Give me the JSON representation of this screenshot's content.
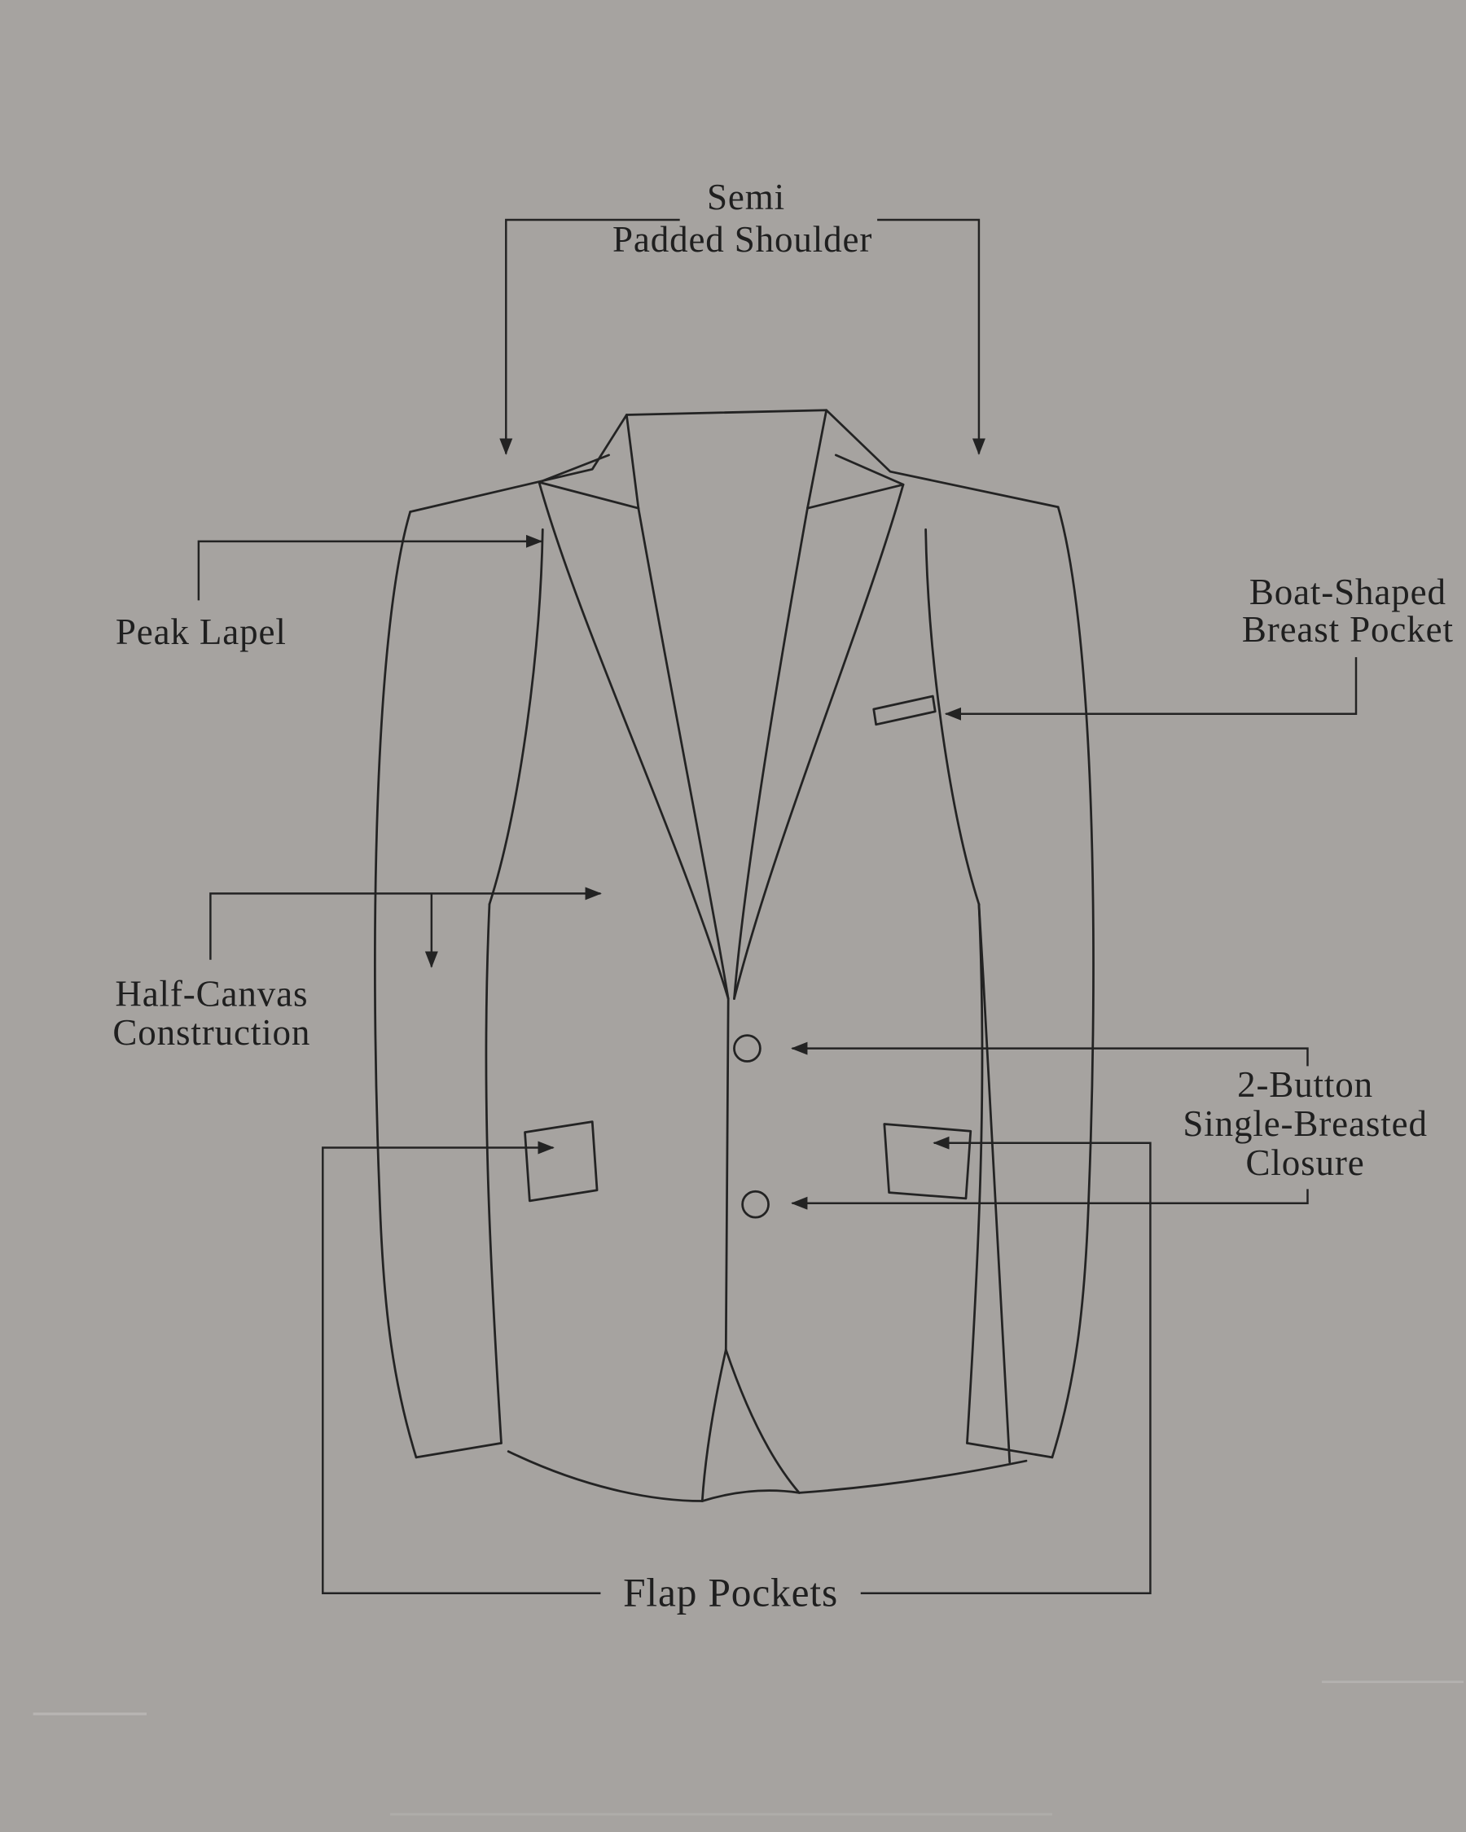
{
  "page": {
    "background_color": "#a6a3a0",
    "stroke_color": "#232323",
    "text_color": "#1f1f1f"
  },
  "icons": {
    "arrowhead": "filled-triangle"
  },
  "diagram": {
    "subject": "suit-jacket-front-sketch",
    "annotations": {
      "shoulder": {
        "line1": "Semi",
        "line2": "Padded Shoulder"
      },
      "peak_lapel": {
        "label": "Peak Lapel"
      },
      "breast_pocket": {
        "line1": "Boat-Shaped",
        "line2": "Breast Pocket"
      },
      "half_canvas": {
        "line1": "Half-Canvas",
        "line2": "Construction"
      },
      "closure": {
        "line1": "2-Button",
        "line2": "Single-Breasted",
        "line3": "Closure"
      },
      "flap_pockets": {
        "label": "Flap Pockets"
      }
    }
  }
}
